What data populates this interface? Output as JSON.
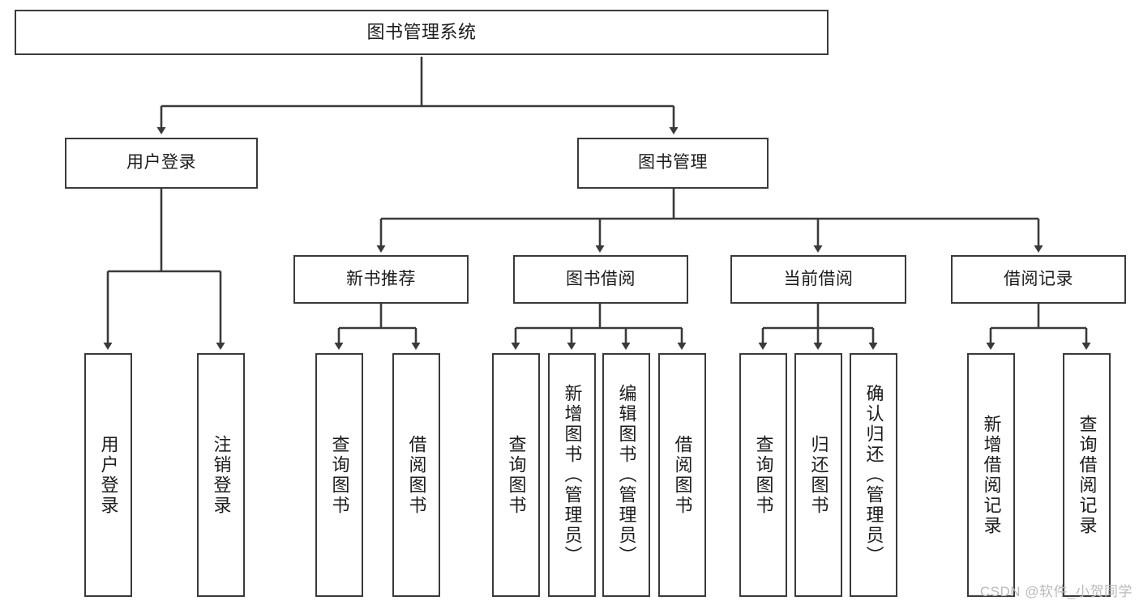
{
  "diagram": {
    "title": "图书管理系统",
    "type": "tree-hierarchy",
    "watermark": "CSDN @软件_小贺同学",
    "colors": {
      "stroke": "#3a3a3a",
      "fill": "#ffffff",
      "text": "#1c1c1c",
      "watermark": "#b9b9b9"
    },
    "nodes": {
      "root": {
        "label": "图书管理系统"
      },
      "level2": [
        {
          "id": "user-login",
          "label": "用户登录"
        },
        {
          "id": "book-manage",
          "label": "图书管理"
        }
      ],
      "level3": [
        {
          "id": "new-book-rec",
          "label": "新书推荐"
        },
        {
          "id": "book-borrow",
          "label": "图书借阅"
        },
        {
          "id": "current-borrow",
          "label": "当前借阅"
        },
        {
          "id": "borrow-record",
          "label": "借阅记录"
        }
      ],
      "leaves": {
        "user_login": [
          {
            "id": "leaf-user-login",
            "label": "用户登录"
          },
          {
            "id": "leaf-logout",
            "label": "注销登录"
          }
        ],
        "new_book_rec": [
          {
            "id": "leaf-query-book-1",
            "label": "查询图书"
          },
          {
            "id": "leaf-borrow-book-1",
            "label": "借阅图书"
          }
        ],
        "book_borrow": [
          {
            "id": "leaf-query-book-2",
            "label": "查询图书"
          },
          {
            "id": "leaf-add-book",
            "label": "新增图书（管理员）"
          },
          {
            "id": "leaf-edit-book",
            "label": "编辑图书（管理员）"
          },
          {
            "id": "leaf-borrow-book-2",
            "label": "借阅图书"
          }
        ],
        "current_borrow": [
          {
            "id": "leaf-query-book-3",
            "label": "查询图书"
          },
          {
            "id": "leaf-return-book",
            "label": "归还图书"
          },
          {
            "id": "leaf-confirm-return",
            "label": "确认归还（管理员）"
          }
        ],
        "borrow_record": [
          {
            "id": "leaf-add-record",
            "label": "新增借阅记录"
          },
          {
            "id": "leaf-query-record",
            "label": "查询借阅记录"
          }
        ]
      }
    }
  }
}
